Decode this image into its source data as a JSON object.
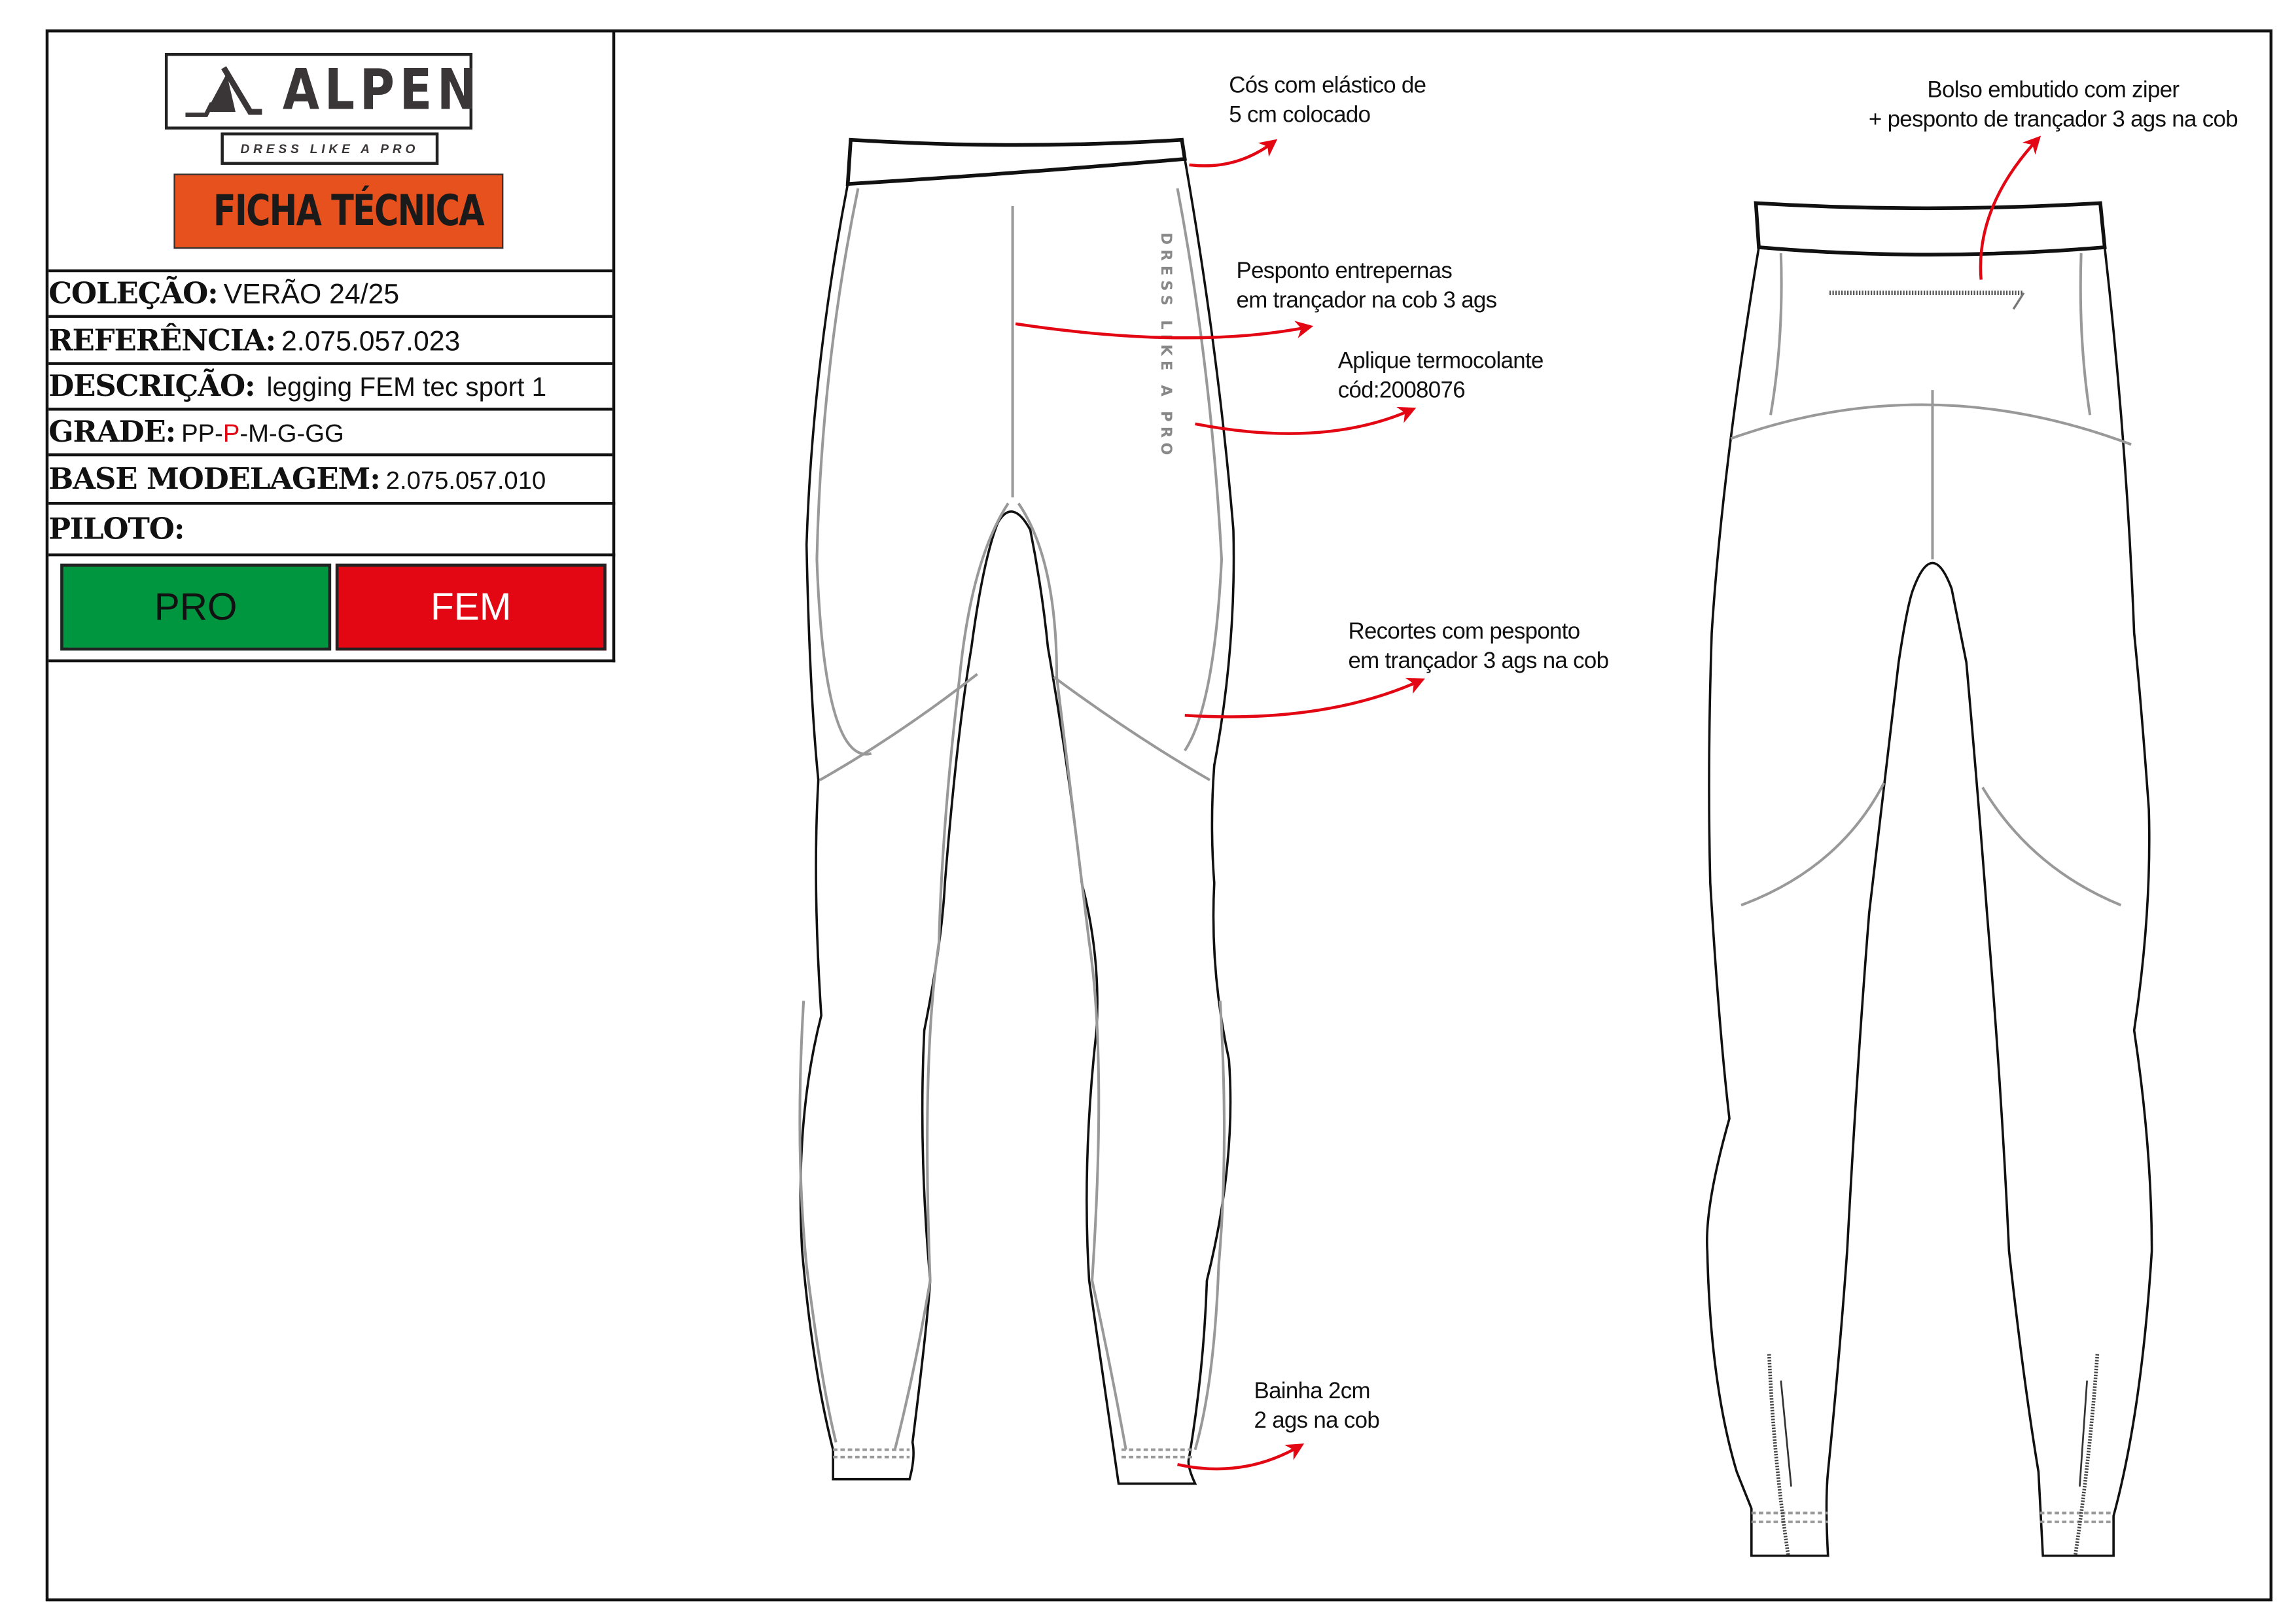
{
  "brand": {
    "logo_text": "ALPEN",
    "tagline": "DRESS LIKE A PRO"
  },
  "header": {
    "title": "FICHA TÉCNICA"
  },
  "fields": [
    {
      "label": "COLEÇÃO:",
      "value": "VERÃO 24/25"
    },
    {
      "label": "REFERÊNCIA:",
      "value": "2.075.057.023"
    },
    {
      "label": "DESCRIÇÃO:",
      "value": "legging FEM tec sport 1"
    },
    {
      "label": "GRADE:",
      "value_parts": [
        "PP-",
        "P",
        "-M-G-GG"
      ]
    },
    {
      "label": "BASE MODELAGEM:",
      "value": "2.075.057.010"
    },
    {
      "label": "PILOTO:",
      "value": ""
    }
  ],
  "tags": [
    {
      "label": "PRO",
      "color": "#009640"
    },
    {
      "label": "FEM",
      "color": "#e30613"
    }
  ],
  "colors": {
    "accent": "#e7511e",
    "arrow": "#e30613",
    "grade_highlight": "#e30613"
  },
  "applique_text": "DRESS LIKE A PRO",
  "annotations": {
    "waistband": [
      "Cós com elástico de",
      "5 cm colocado"
    ],
    "inseam": [
      "Pesponto entrepernas",
      "em trançador na cob 3 ags"
    ],
    "applique": [
      "Aplique termocolante",
      "cód:2008076"
    ],
    "panels": [
      "Recortes com pesponto",
      "em trançador 3 ags na cob"
    ],
    "hem": [
      "Bainha 2cm",
      "2 ags na cob"
    ],
    "pocket": [
      "Bolso embutido com ziper",
      "+ pesponto de trançador 3 ags na cob"
    ]
  }
}
